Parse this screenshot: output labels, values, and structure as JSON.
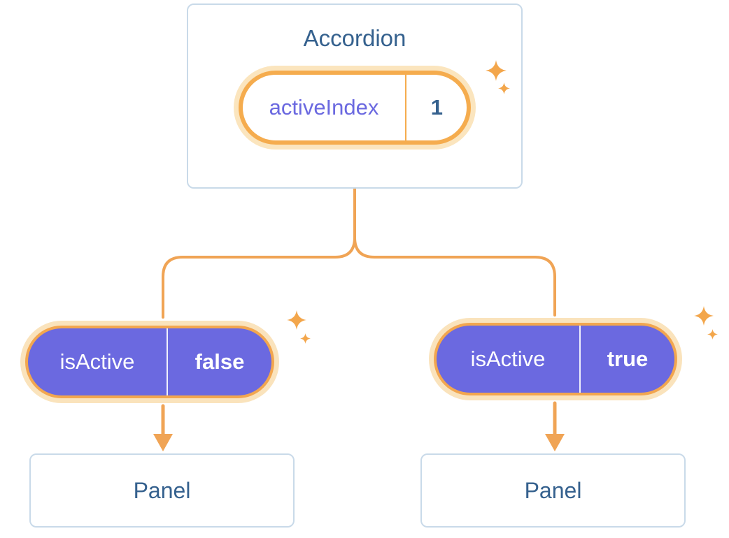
{
  "accordion": {
    "title": "Accordion",
    "state_pill": {
      "label": "activeIndex",
      "value": "1"
    }
  },
  "branches": {
    "left": {
      "prop_pill": {
        "label": "isActive",
        "value": "false"
      },
      "panel_title": "Panel"
    },
    "right": {
      "prop_pill": {
        "label": "isActive",
        "value": "true"
      },
      "panel_title": "Panel"
    }
  },
  "icons": {
    "sparkle": "sparkle-icon"
  },
  "colors": {
    "background": "#FFFFFF",
    "card_border": "#C9DAE9",
    "heading_text": "#35618E",
    "pill_border_orange": "#F5AC4E",
    "pill_halo": "#FBE5BE",
    "state_label_purple": "#6B69E0",
    "state_value_blue": "#35618E",
    "prop_pill_purple": "#6B69E0",
    "prop_pill_text": "#FFFFFF",
    "connector_orange": "#F0A455",
    "sparkle_orange": "#F3A64B"
  }
}
